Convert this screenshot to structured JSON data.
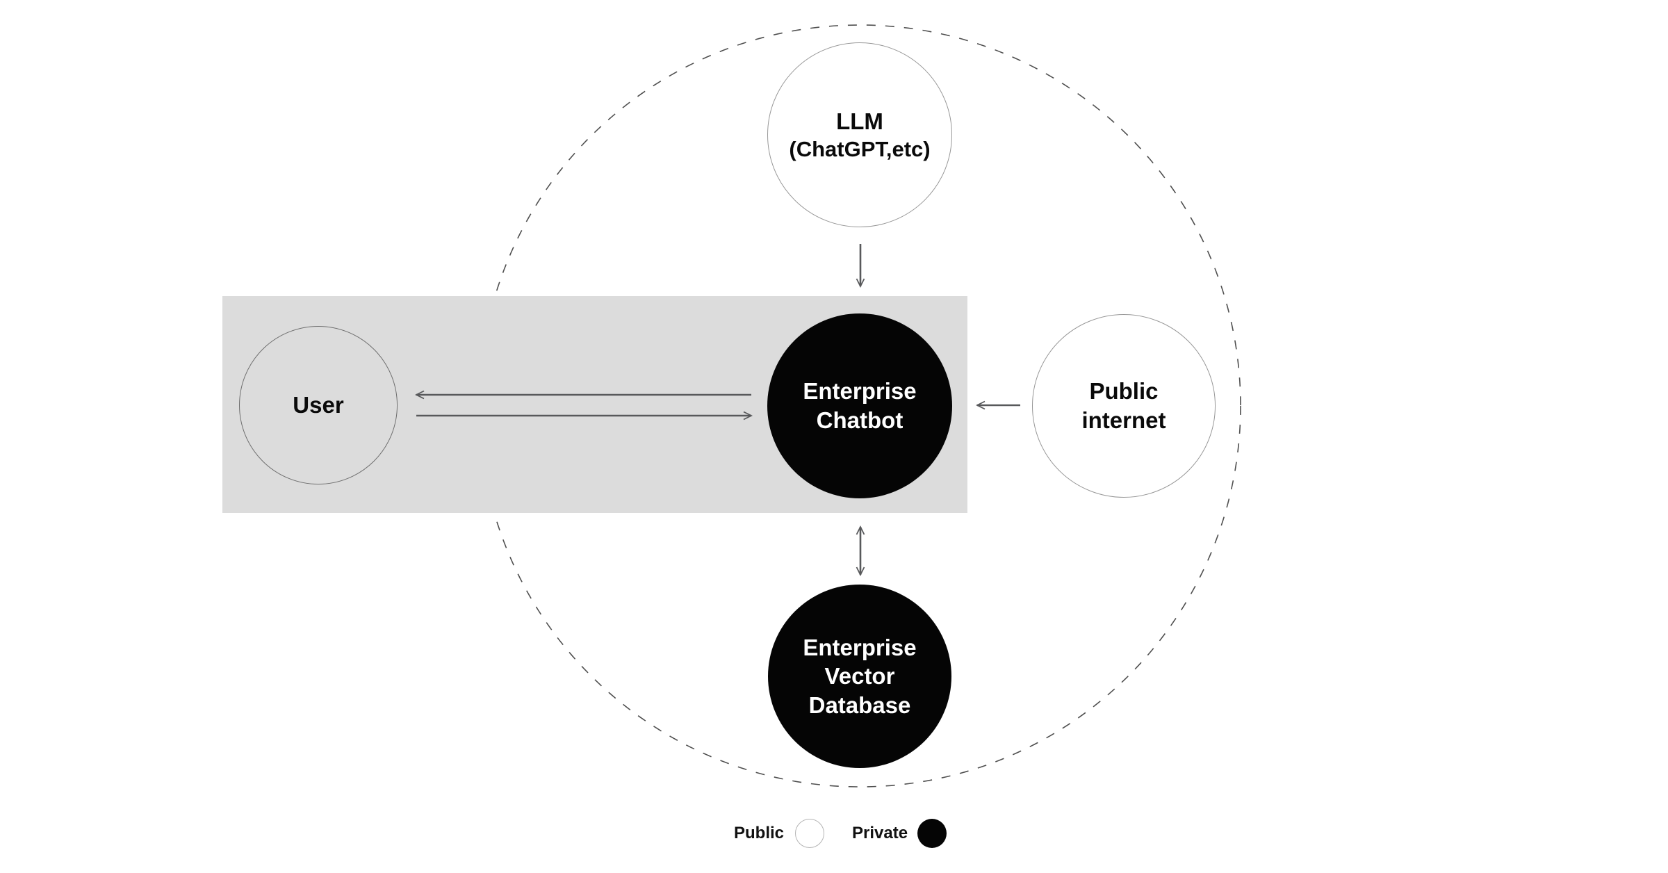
{
  "diagram": {
    "nodes": {
      "llm": {
        "lines": [
          "LLM",
          "(ChatGPT,etc)"
        ],
        "visibility": "public"
      },
      "enterprise_chatbot": {
        "lines": [
          "Enterprise",
          "Chatbot"
        ],
        "visibility": "private"
      },
      "public_internet": {
        "lines": [
          "Public",
          "internet"
        ],
        "visibility": "public"
      },
      "user": {
        "lines": [
          "User"
        ],
        "visibility": "public"
      },
      "enterprise_vector_database": {
        "lines": [
          "Enterprise",
          "Vector",
          "Database"
        ],
        "visibility": "private"
      }
    },
    "edges": [
      {
        "from": "llm",
        "to": "enterprise_chatbot",
        "direction": "one-way"
      },
      {
        "from": "enterprise_chatbot",
        "to": "user",
        "direction": "one-way"
      },
      {
        "from": "user",
        "to": "enterprise_chatbot",
        "direction": "one-way"
      },
      {
        "from": "public_internet",
        "to": "enterprise_chatbot",
        "direction": "one-way"
      },
      {
        "from": "enterprise_chatbot",
        "to": "enterprise_vector_database",
        "direction": "two-way"
      }
    ],
    "legend": {
      "public_label": "Public",
      "private_label": "Private"
    },
    "colors": {
      "public_fill": "#ffffff",
      "private_fill": "#050505",
      "zone_fill": "#dcdcdc",
      "line": "#58595b",
      "boundary_dash": "#4f4f4f"
    }
  }
}
